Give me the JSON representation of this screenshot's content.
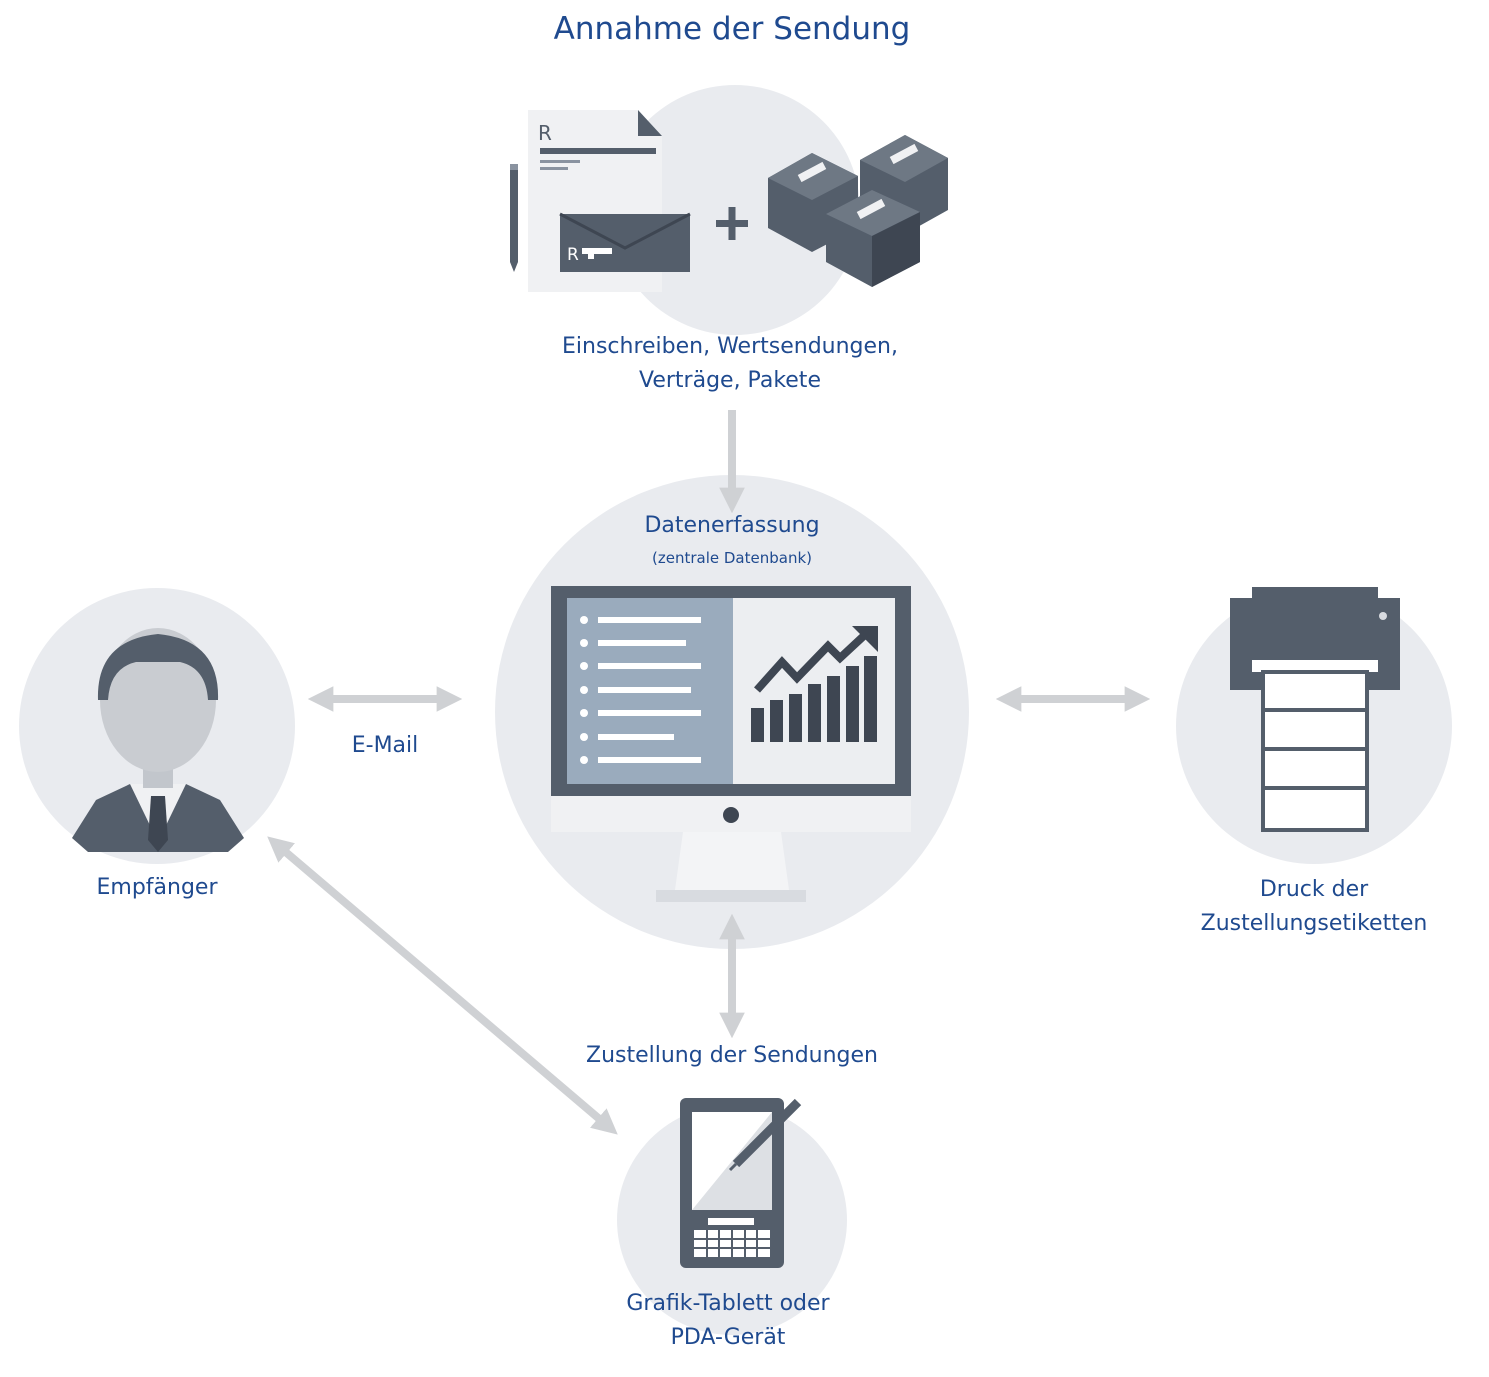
{
  "title": "Annahme der Sendung",
  "nodes": {
    "shipments": {
      "line1": "Einschreiben, Wertsendungen,",
      "line2": "Verträge, Pakete",
      "icons": [
        "registered-letter-icon",
        "envelope-icon",
        "plus-icon",
        "parcels-icon"
      ]
    },
    "database": {
      "label": "Datenerfassung",
      "sublabel": "(zentrale Datenbank)",
      "icon": "monitor-icon"
    },
    "recipient": {
      "label": "Empfänger",
      "icon": "person-icon"
    },
    "printer": {
      "line1": "Druck der",
      "line2": "Zustellungsetiketten",
      "icon": "printer-icon"
    },
    "delivery": {
      "label": "Zustellung der Sendungen"
    },
    "tablet": {
      "line1": "Grafik-Tablett oder",
      "line2": "PDA-Gerät",
      "icon": "tablet-icon"
    }
  },
  "edges": [
    {
      "from": "shipments",
      "to": "database",
      "label": ""
    },
    {
      "from": "recipient",
      "to": "database",
      "label": "E-Mail"
    },
    {
      "from": "database",
      "to": "printer",
      "label": ""
    },
    {
      "from": "database",
      "to": "tablet",
      "label": ""
    },
    {
      "from": "recipient",
      "to": "tablet",
      "label": ""
    }
  ],
  "colors": {
    "text": "#1f4a8f",
    "circle": "#e9ebef",
    "icon": "#545e6b",
    "arrow": "#cfd1d4",
    "screen_left": "#9aabbd"
  }
}
